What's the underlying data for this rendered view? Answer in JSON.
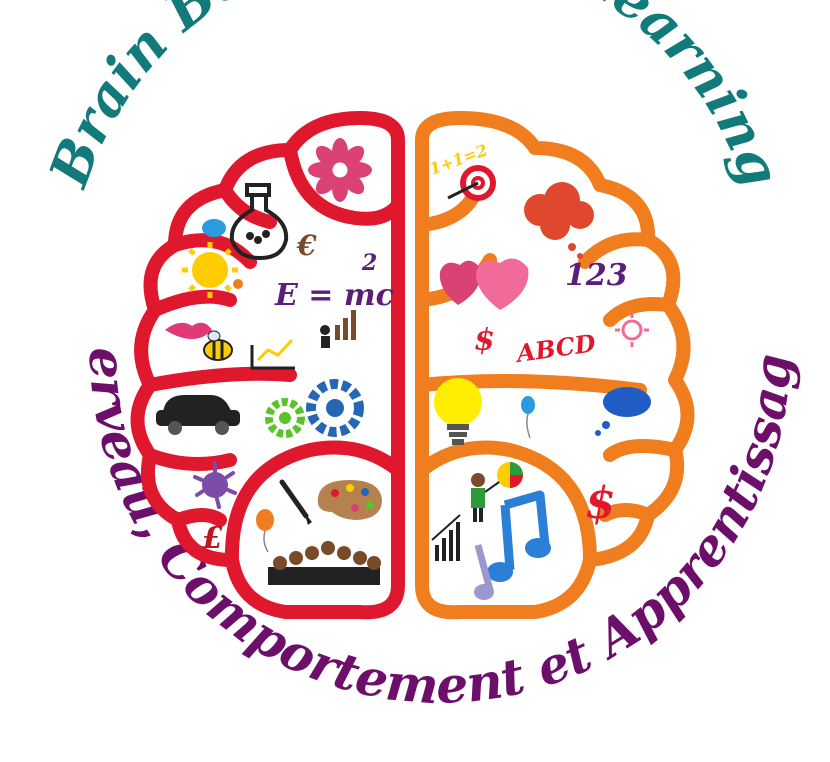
{
  "logo": {
    "title_en": "Brain Behavior and Learning",
    "title_fr": "Cerveau, Comportement et Apprentissage",
    "colors": {
      "title_en": "#127a7a",
      "title_fr": "#6b0f6b",
      "left_hemisphere": "#e0182d",
      "right_hemisphere": "#f07d1e"
    },
    "left_icons": {
      "flower": "flower-icon",
      "flask": "flask-icon",
      "euro": "€",
      "formula": "E = mc",
      "formula_exp": "2",
      "sun": "sun-icon",
      "lips": "lips-icon",
      "bee": "bee-icon",
      "chart": "line-chart-icon",
      "person_chart": "person-chart-icon",
      "car": "car-icon",
      "gears": "gears-icon",
      "splat": "splat-icon",
      "pound": "£",
      "brush": "paintbrush-icon",
      "palette": "palette-icon",
      "balloon": "balloon-icon",
      "crowd": "audience-icon"
    },
    "right_icons": {
      "equation": "1+1=2",
      "target": "target-icon",
      "cloud": "cloud-icon",
      "numbers": "123",
      "hearts": "hearts-icon",
      "dollar_small": "$",
      "letters": "ABCD",
      "sun_small": "sun-icon",
      "bulb": "lightbulb-icon",
      "balloon": "balloon-icon",
      "bubble": "speech-bubble-icon",
      "presenter": "presenter-icon",
      "dollar_big": "$",
      "bars": "bar-chart-icon",
      "music": "music-notes-icon"
    }
  }
}
